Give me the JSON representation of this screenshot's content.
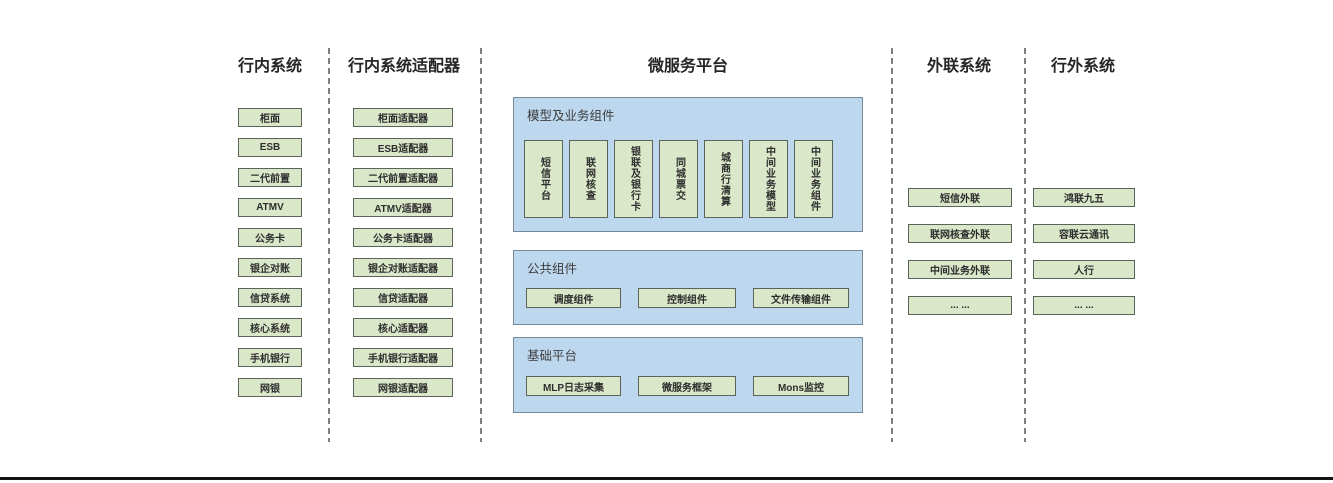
{
  "diagram": {
    "columns": [
      {
        "title": "行内系统",
        "items": [
          "柜面",
          "ESB",
          "二代前置",
          "ATMV",
          "公务卡",
          "银企对账",
          "信贷系统",
          "核心系统",
          "手机银行",
          "网银"
        ]
      },
      {
        "title": "行内系统适配器",
        "items": [
          "柜面适配器",
          "ESB适配器",
          "二代前置适配器",
          "ATMV适配器",
          "公务卡适配器",
          "银企对账适配器",
          "信贷适配器",
          "核心适配器",
          "手机银行适配器",
          "网银适配器"
        ]
      },
      {
        "title": "微服务平台",
        "groups": [
          {
            "label": "模型及业务组件",
            "items": [
              "短信平台",
              "联网核查",
              "银联及银行卡",
              "同城票交",
              "城商行清算",
              "中间业务模型",
              "中间业务组件"
            ]
          },
          {
            "label": "公共组件",
            "items": [
              "调度组件",
              "控制组件",
              "文件传输组件"
            ]
          },
          {
            "label": "基础平台",
            "items": [
              "MLP日志采集",
              "微服务框架",
              "Mons监控"
            ]
          }
        ]
      },
      {
        "title": "外联系统",
        "items": [
          "短信外联",
          "联网核查外联",
          "中间业务外联",
          "... ..."
        ]
      },
      {
        "title": "行外系统",
        "items": [
          "鸿联九五",
          "容联云通讯",
          "人行",
          "... ..."
        ]
      }
    ],
    "colors": {
      "panel_fill": "#bdd7ee",
      "panel_border": "#78899b",
      "node_fill": "#dbe7c9",
      "node_border": "#5a645a",
      "divider": "#7f7f7f",
      "text": "#2e2e2e",
      "bottom_rule": "#121212"
    }
  }
}
